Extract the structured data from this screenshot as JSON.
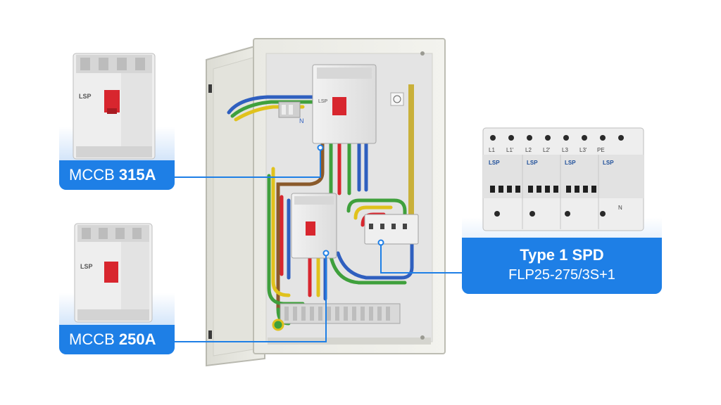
{
  "callouts": {
    "mccb_315": {
      "prefix": "MCCB",
      "rating": "315A"
    },
    "mccb_250": {
      "prefix": "MCCB",
      "rating": "250A"
    },
    "spd": {
      "title": "Type 1 SPD",
      "model": "FLP25-275/3S+1"
    }
  },
  "devices": {
    "brand": "LSP",
    "spd_terminals": [
      "L1",
      "L1'",
      "L2",
      "L2'",
      "L3",
      "L3'",
      "PE",
      "N"
    ]
  },
  "colors": {
    "accent": "#1e7fe6",
    "breaker_handle": "#d8262e",
    "wire_green": "#3fa03c",
    "wire_yellow": "#e0c21c",
    "wire_red": "#d8262e",
    "wire_blue": "#2f5fbf",
    "wire_brown": "#8a5a2b"
  }
}
